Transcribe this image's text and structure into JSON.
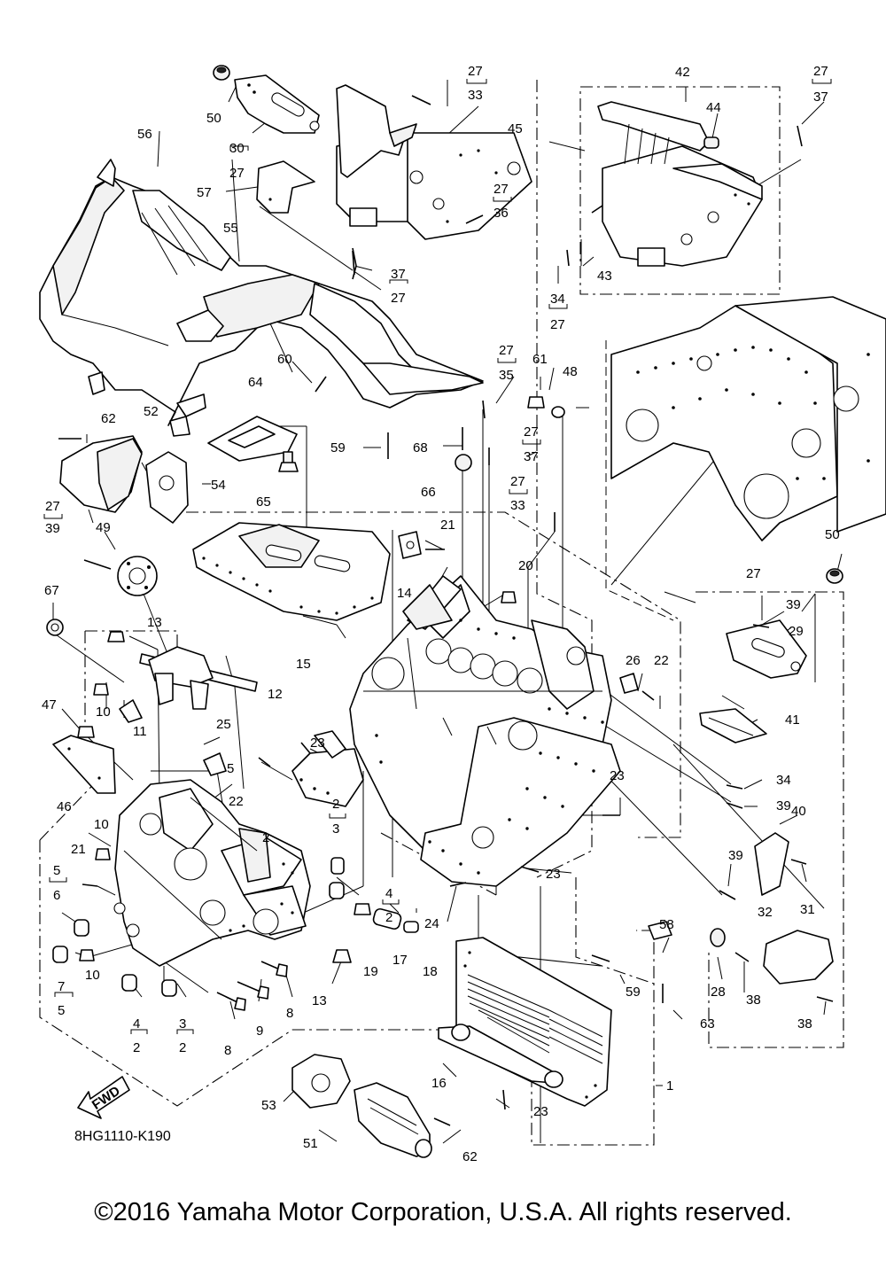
{
  "diagram_code": "8HG1110-K190",
  "fwd_label": "FWD",
  "copyright": "©2016 Yamaha Motor Corporation, U.S.A. All rights reserved.",
  "callouts": [
    "1",
    "2",
    "3",
    "4",
    "5",
    "6",
    "7",
    "8",
    "9",
    "10",
    "11",
    "12",
    "13",
    "14",
    "15",
    "16",
    "17",
    "18",
    "19",
    "20",
    "21",
    "22",
    "23",
    "24",
    "25",
    "26",
    "27",
    "28",
    "29",
    "30",
    "31",
    "32",
    "33",
    "34",
    "35",
    "36",
    "37",
    "38",
    "39",
    "40",
    "41",
    "42",
    "43",
    "44",
    "45",
    "46",
    "47",
    "48",
    "49",
    "50",
    "51",
    "52",
    "53",
    "54",
    "55",
    "56",
    "57",
    "58",
    "59",
    "60",
    "61",
    "62",
    "63",
    "64",
    "65",
    "66",
    "67",
    "68"
  ]
}
